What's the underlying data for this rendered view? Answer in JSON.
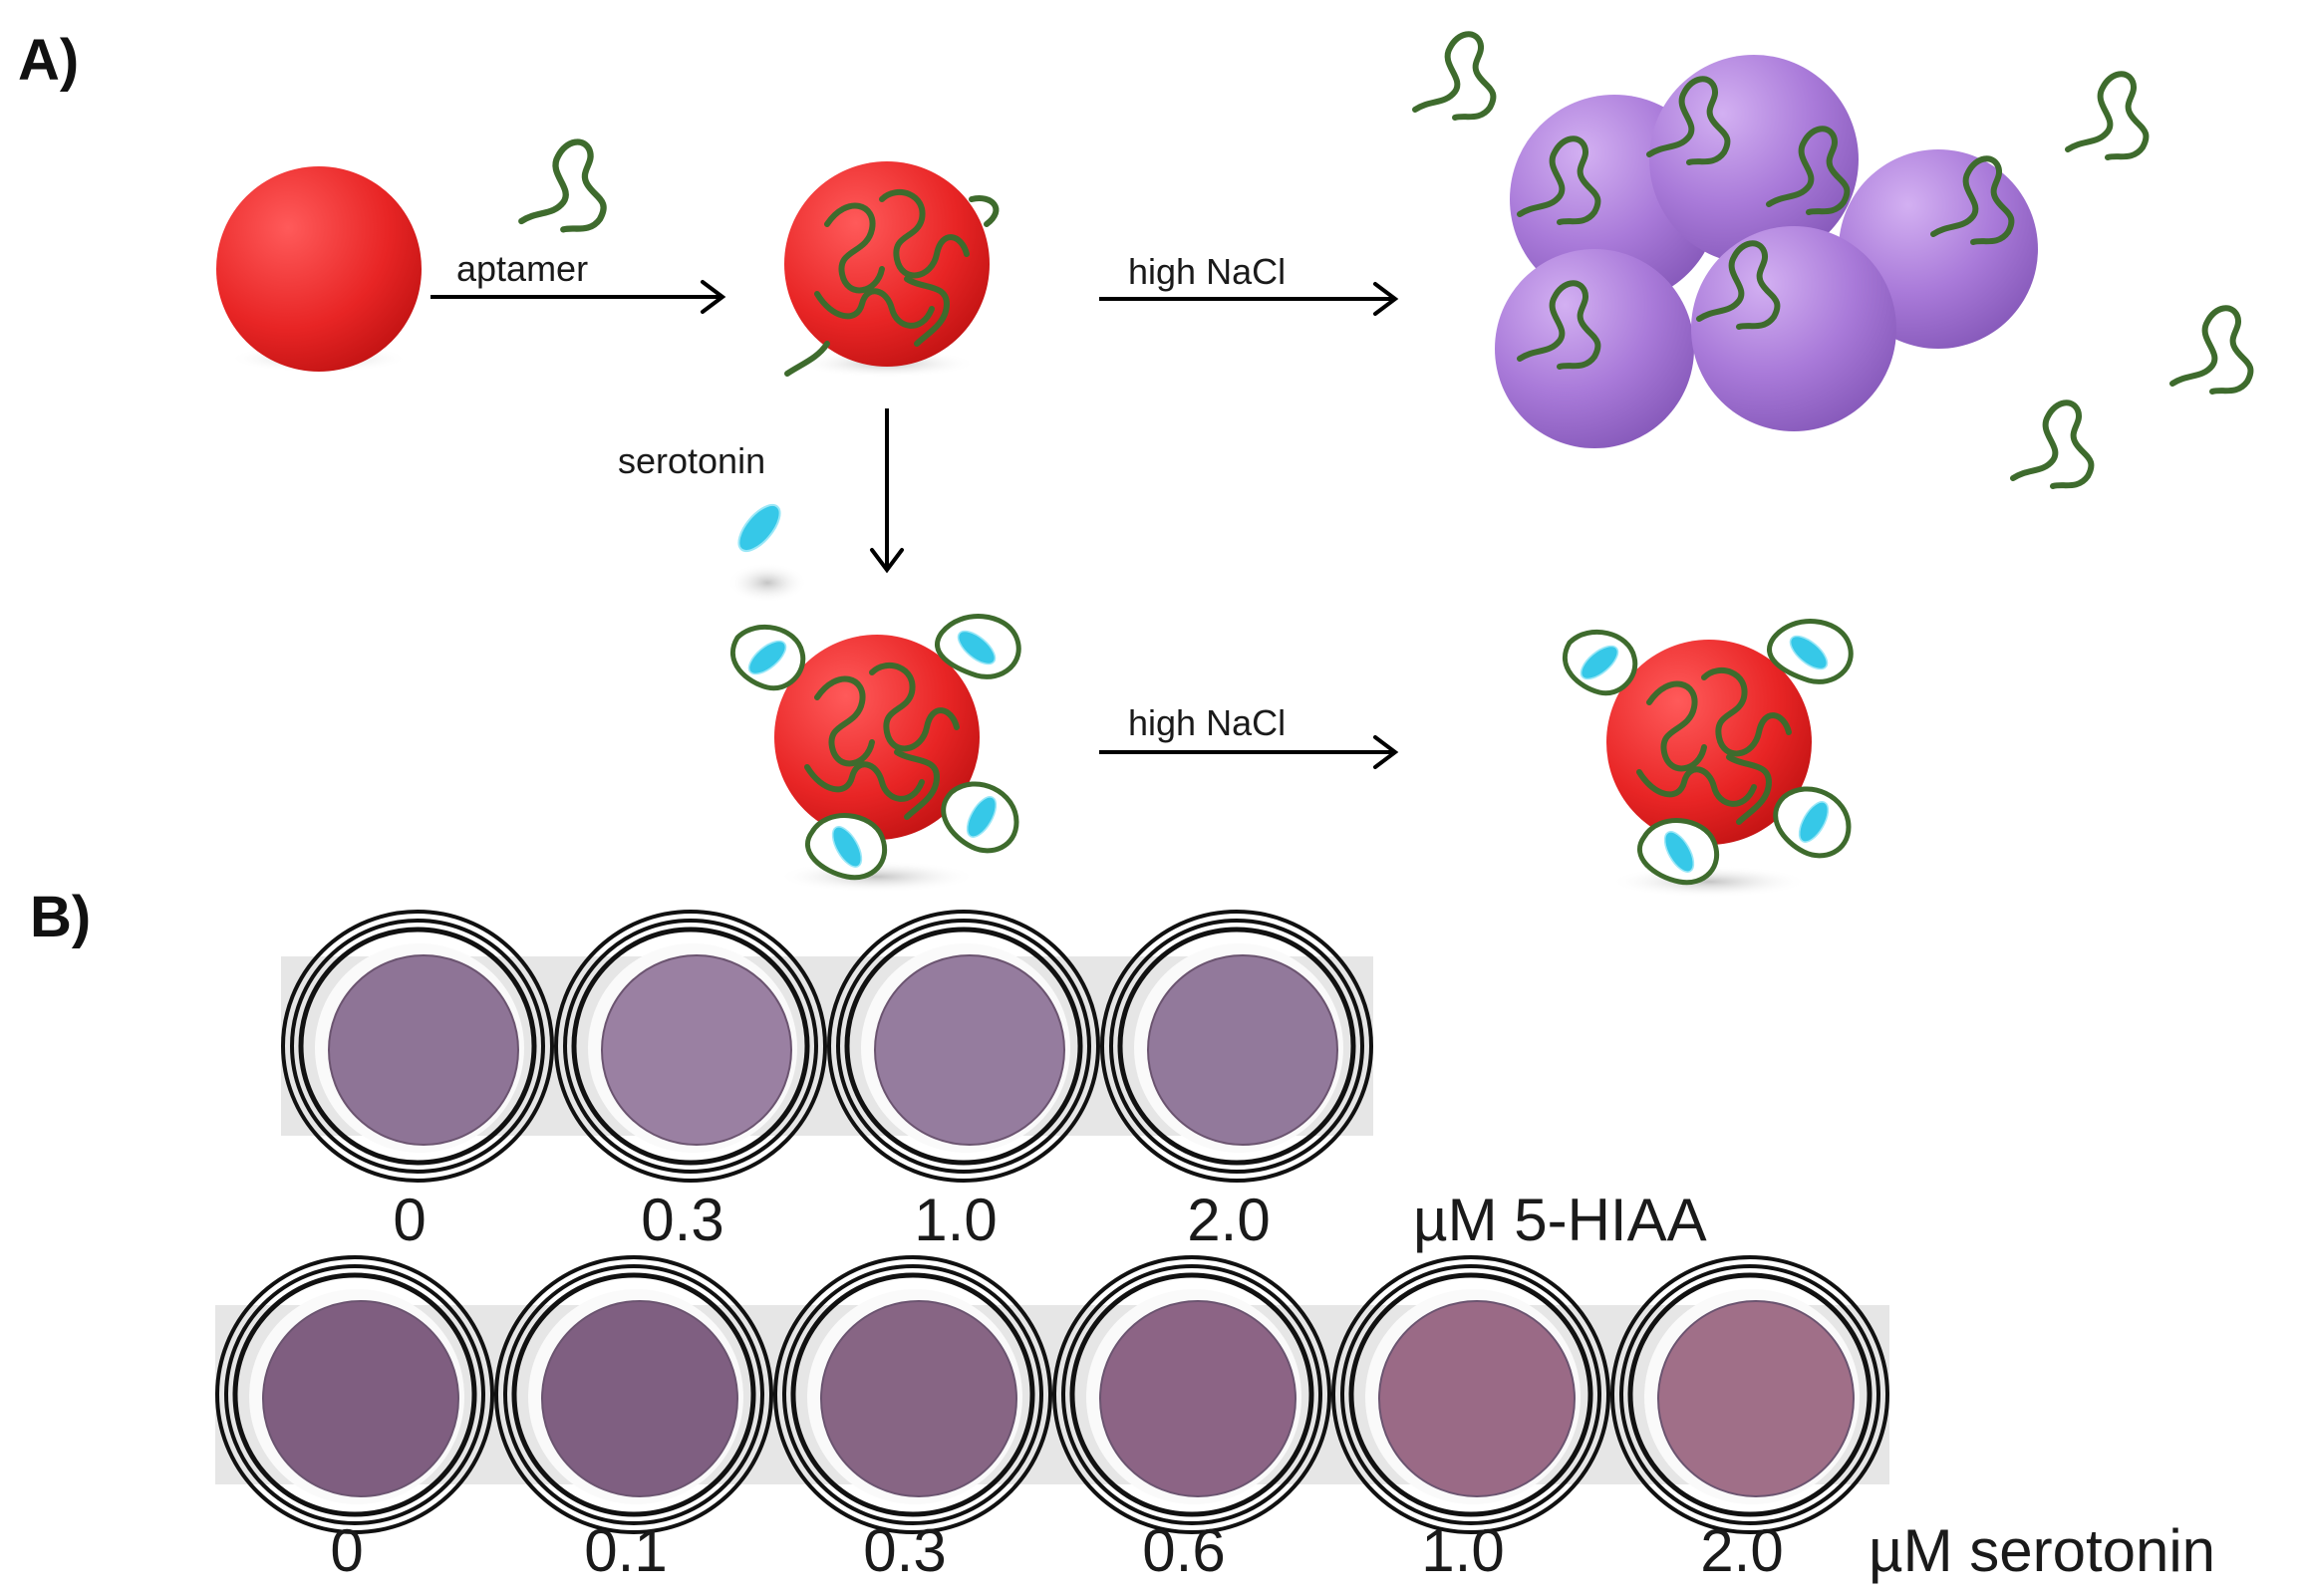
{
  "panel_a": {
    "label": "A)",
    "arrow_aptamer": "aptamer",
    "arrow_nacl_top": "high NaCl",
    "arrow_serotonin": "serotonin",
    "arrow_nacl_bottom": "high NaCl"
  },
  "panel_b": {
    "label": "B)",
    "row1": {
      "well_colors": [
        "#8e7496",
        "#9a80a2",
        "#957c9e",
        "#92799b"
      ],
      "values": [
        "0",
        "0.3",
        "1.0",
        "2.0"
      ],
      "unit": "µM 5-HIAA"
    },
    "row2": {
      "well_colors": [
        "#7f5e80",
        "#7f5f81",
        "#876584",
        "#8c6485",
        "#9a6a86",
        "#a06f88"
      ],
      "values": [
        "0",
        "0.1",
        "0.3",
        "0.6",
        "1.0",
        "2.0"
      ],
      "unit": "µM serotonin"
    }
  },
  "colors": {
    "gold_np": "#e82a2a",
    "aggregate": "#a87ad8",
    "aptamer": "#3e6b2d",
    "serotonin": "#36c8e8"
  }
}
